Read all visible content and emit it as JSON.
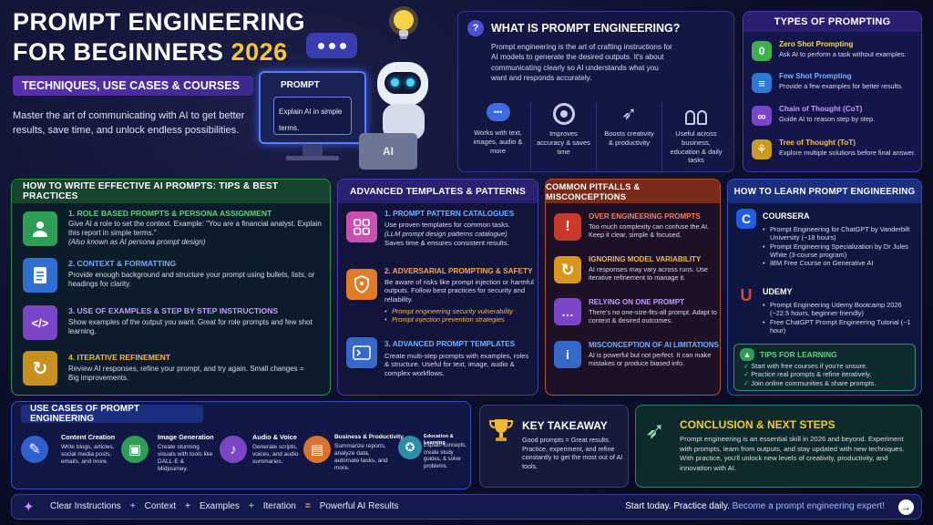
{
  "hero": {
    "title_line1": "PROMPT ENGINEERING",
    "title_line2a": "FOR BEGINNERS",
    "title_line2b": "2026",
    "subtitle": "TECHNIQUES, USE CASES & COURSES",
    "tagline": "Master the art of communicating with AI to get better results, save time, and unlock endless possibilities.",
    "monitor_label": "PROMPT",
    "monitor_text": "Explain AI in simple terms.",
    "laptop_label": "AI"
  },
  "what_is": {
    "badge": "?",
    "title": "WHAT IS PROMPT ENGINEERING?",
    "description": "Prompt engineering is the art of crafting instructions for AI models to generate the desired outputs. It's about communicating clearly so AI understands what you want and responds accurately.",
    "features": [
      {
        "icon": "chat-bubble-icon",
        "label": "Works with text, images, audio & more"
      },
      {
        "icon": "target-icon",
        "label": "Improves accuracy & saves time"
      },
      {
        "icon": "rocket-icon",
        "label": "Boosts creativity & productivity"
      },
      {
        "icon": "people-icon",
        "label": "Useful across business, education & daily tasks"
      }
    ]
  },
  "types": {
    "title": "TYPES OF PROMPTING",
    "items": [
      {
        "title": "Zero Shot Prompting",
        "desc": "Ask AI to perform a task without examples.",
        "color": "#3fae4f",
        "title_color": "#f2d35a",
        "glyph": "0"
      },
      {
        "title": "Few Shot Prompting",
        "desc": "Provide a few examples for better results.",
        "color": "#2f79d6",
        "title_color": "#6fb3ff",
        "glyph": "≡"
      },
      {
        "title": "Chain of Thought (CoT)",
        "desc": "Guide AI to reason step by step.",
        "color": "#7a45c8",
        "title_color": "#c39bff",
        "glyph": "∞"
      },
      {
        "title": "Tree of Thought (ToT)",
        "desc": "Explore multiple solutions before final answer.",
        "color": "#c99a22",
        "title_color": "#f2c24a",
        "glyph": "⚘"
      }
    ]
  },
  "tips": {
    "title": "HOW TO WRITE EFFECTIVE AI PROMPTS: TIPS & BEST PRACTICES",
    "items": [
      {
        "title": "1. ROLE BASED PROMPTS & PERSONA ASSIGNMENT",
        "desc": "Give AI a role to set the context. Example: \"You are a financial analyst. Explain this report in simple terms.\"",
        "note": "(Also known as AI persona prompt design)",
        "color": "#2f9e55",
        "title_color": "#5fd37a"
      },
      {
        "title": "2. CONTEXT & FORMATTING",
        "desc": "Provide enough background and structure your prompt using bullets, lists, or headings for clarity.",
        "note": "",
        "color": "#2f6fd0",
        "title_color": "#6fb0ff"
      },
      {
        "title": "3. USE OF EXAMPLES & STEP BY STEP INSTRUCTIONS",
        "desc": "Show examples of the output you want. Great for role prompts and few shot learning.",
        "note": "",
        "color": "#7b45c8",
        "title_color": "#c39bff"
      },
      {
        "title": "4. ITERATIVE REFINEMENT",
        "desc": "Review AI responses, refine your prompt, and try again. Small changes = Big improvements.",
        "note": "",
        "color": "#c9921f",
        "title_color": "#f2b94a"
      }
    ]
  },
  "templates": {
    "title": "ADVANCED TEMPLATES & PATTERNS",
    "items": [
      {
        "title": "1. PROMPT PATTERN CATALOGUES",
        "desc": "Use proven templates for common tasks.",
        "note": "(LLM prompt design patterns catalogue)",
        "desc2": "Saves time & ensures consistent results.",
        "color": "#c94fb0",
        "bullets": []
      },
      {
        "title": "2. ADVERSARIAL PROMPTING & SAFETY",
        "desc": "Be aware of risks like prompt injection or harmful outputs. Follow best practices for security and reliability.",
        "note": "",
        "desc2": "",
        "color": "#e07b27",
        "bullets": [
          "Prompt engineering security vulnerability",
          "Prompt injection prevention strategies"
        ]
      },
      {
        "title": "3. ADVANCED PROMPT TEMPLATES",
        "desc": "Create multi-step prompts with examples, roles & structure. Useful for text, image, audio & complex workflows.",
        "note": "",
        "desc2": "",
        "color": "#3568c9",
        "bullets": []
      }
    ]
  },
  "pitfalls": {
    "title": "COMMON PITFALLS & MISCONCEPTIONS",
    "items": [
      {
        "title": "OVER ENGINEERING PROMPTS",
        "desc": "Too much complexity can confuse the AI. Keep it clear, simple & focused.",
        "color": "#c93a2a",
        "glyph": "!"
      },
      {
        "title": "IGNORING MODEL VARIABILITY",
        "desc": "AI responses may vary across runs. Use iterative refinement to manage it.",
        "color": "#d9961f",
        "glyph": "↻"
      },
      {
        "title": "RELYING ON ONE PROMPT",
        "desc": "There's no one-size-fits-all prompt. Adapt to context & desired outcomes.",
        "color": "#7b45c8",
        "glyph": "…"
      },
      {
        "title": "MISCONCEPTION OF AI LIMITATIONS",
        "desc": "AI is powerful but not perfect. It can make mistakes or produce biased info.",
        "color": "#3568c9",
        "glyph": "i"
      }
    ]
  },
  "learn": {
    "title": "HOW TO LEARN PROMPT ENGINEERING",
    "coursera": {
      "name": "COURSERA",
      "logo": "C",
      "courses": [
        "Prompt Engineering for ChatGPT by Vanderbilt University (~18 hours)",
        "Prompt Engineering Specialization by Dr Jules White (3-course program)",
        "IBM Free Course on Generative AI"
      ]
    },
    "udemy": {
      "name": "UDEMY",
      "logo": "U",
      "courses": [
        "Prompt Engineering Udemy Bootcamp 2026 (~22.5 hours, beginner friendly)",
        "Free ChatGPT Prompt Engineering Tutorial (~1 hour)"
      ]
    },
    "tips_title": "TIPS FOR LEARNING",
    "tips": [
      "Start with free courses if you're unsure.",
      "Practice real prompts & refine iteratively.",
      "Join online communities & share prompts."
    ]
  },
  "use_cases": {
    "title": "USE CASES OF PROMPT ENGINEERING",
    "items": [
      {
        "title": "Content Creation",
        "desc": "Write blogs, articles, social media posts, emails, and more.",
        "color": "#2f5fd0",
        "glyph": "✎"
      },
      {
        "title": "Image Generation",
        "desc": "Create stunning visuals with tools like DALL·E & Midjourney.",
        "color": "#2f9e55",
        "glyph": "▣"
      },
      {
        "title": "Audio & Voice",
        "desc": "Generate scripts, voices, and audio summaries.",
        "color": "#7b45c8",
        "glyph": "♪"
      },
      {
        "title": "Business & Productivity",
        "desc": "Summarize reports, analyze data, automate tasks, and more.",
        "color": "#d9722a",
        "glyph": "▤"
      },
      {
        "title": "Education & Learning",
        "desc": "Explain concepts, create study guides, & solve problems.",
        "color": "#2a8fa8",
        "glyph": "✪"
      }
    ]
  },
  "takeaway": {
    "title": "KEY TAKEAWAY",
    "text": "Good prompts = Great results. Practice, experiment, and refine constantly to get the most out of AI tools."
  },
  "conclusion": {
    "title": "CONCLUSION & NEXT STEPS",
    "text": "Prompt engineering is an essential skill in 2026 and beyond. Experiment with prompts, learn from outputs, and stay updated with new techniques. With practice, you'll unlock new levels of creativity, productivity, and innovation with AI."
  },
  "footer": {
    "formula": [
      {
        "text": "Clear Instructions",
        "op": "+"
      },
      {
        "text": "Context",
        "op": "+"
      },
      {
        "text": "Examples",
        "op": "+"
      },
      {
        "text": "Iteration",
        "op": "="
      },
      {
        "text": "Powerful AI Results",
        "op": ""
      }
    ],
    "cta_plain": "Start today. Practice daily.",
    "cta_highlight": "Become a prompt engineering expert!"
  }
}
